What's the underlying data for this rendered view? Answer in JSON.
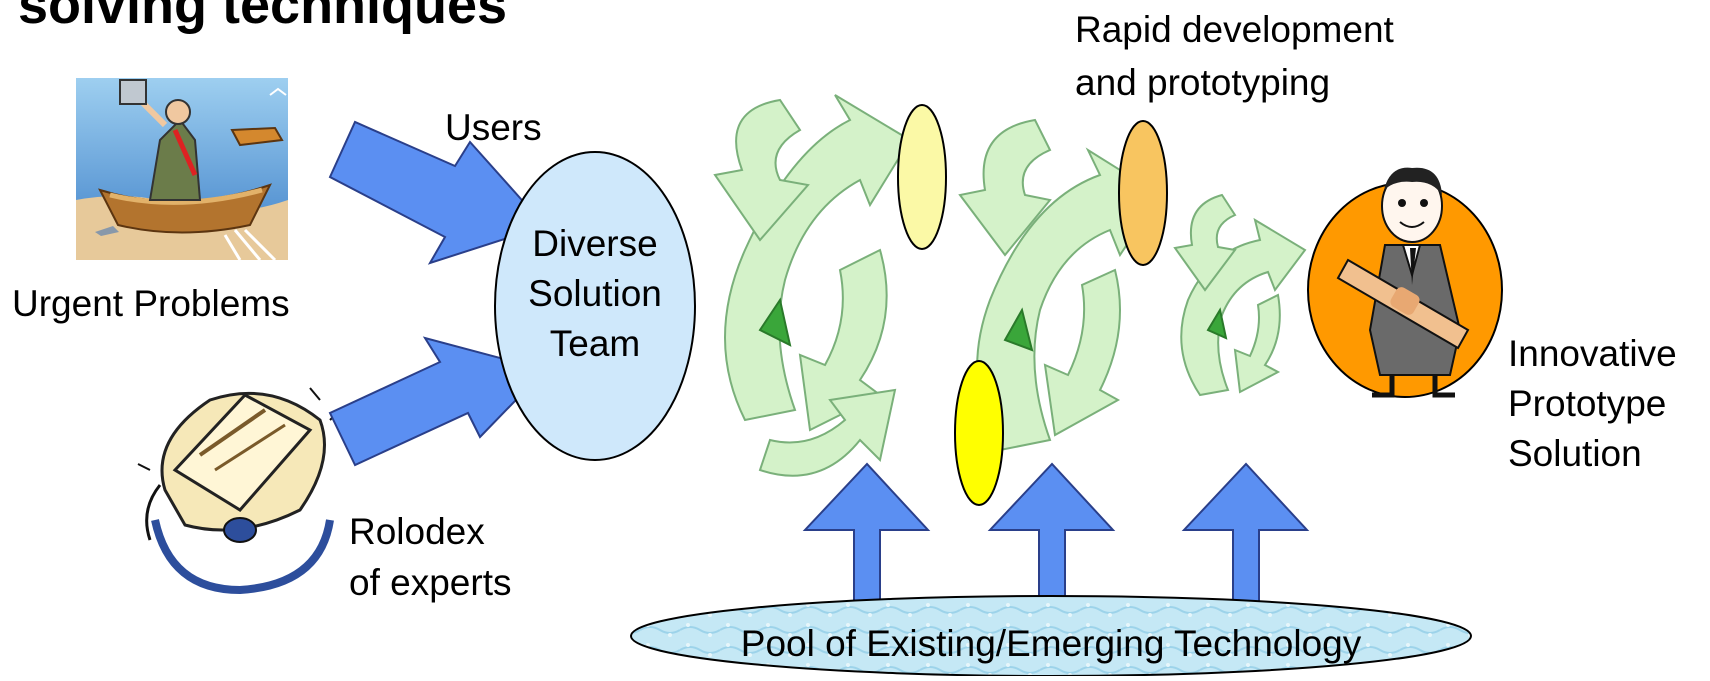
{
  "slide": {
    "title": "solving techniques"
  },
  "labels": {
    "urgent_problems": "Urgent Problems",
    "users": "Users",
    "team_line1": "Diverse",
    "team_line2": "Solution",
    "team_line3": "Team",
    "rolodex_line1": "Rolodex",
    "rolodex_line2": "of experts",
    "rapid_line1": "Rapid development",
    "rapid_line2": "and prototyping",
    "innovative_line1": "Innovative",
    "innovative_line2": "Prototype",
    "innovative_line3": "Solution",
    "pool": "Pool of Existing/Emerging Technology"
  },
  "colors": {
    "arrow_blue": "#5b8ff2",
    "team_ellipse": "#cfe8fb",
    "cycle_green": "#d4f2c9",
    "cycle_dark_green": "#3aa63a",
    "pale_yellow": "#fbf9a6",
    "light_orange": "#f8c560",
    "yellow": "#ffff00",
    "solution_orange": "#ff9900",
    "pool_blue": "#bfe5f3"
  },
  "icons": [
    "sinking-boat-clipart",
    "rolodex-clipart",
    "businessman-bandage-clipart"
  ]
}
